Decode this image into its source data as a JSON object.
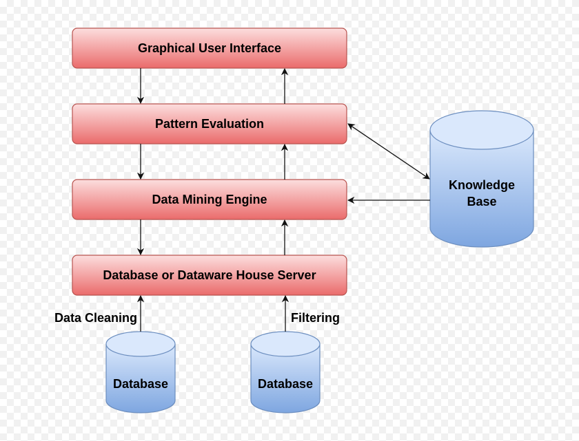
{
  "colors": {
    "box_top": "#fcdede",
    "box_bottom": "#ea6b6b",
    "box_stroke": "#b85450",
    "cyl_top": "#dae8fc",
    "cyl_bottom": "#7ea6e0",
    "cyl_stroke": "#6c8ebf",
    "arrow": "#111111"
  },
  "layers": {
    "gui": "Graphical User Interface",
    "pattern_evaluation": "Pattern Evaluation",
    "data_mining_engine": "Data Mining Engine",
    "database_server": "Database or Dataware House Server"
  },
  "knowledge_base": {
    "line1": "Knowledge",
    "line2": "Base"
  },
  "sources": {
    "left_database": "Database",
    "right_database": "Database"
  },
  "edges": {
    "left_label": "Data Cleaning",
    "right_label": "Filtering"
  }
}
